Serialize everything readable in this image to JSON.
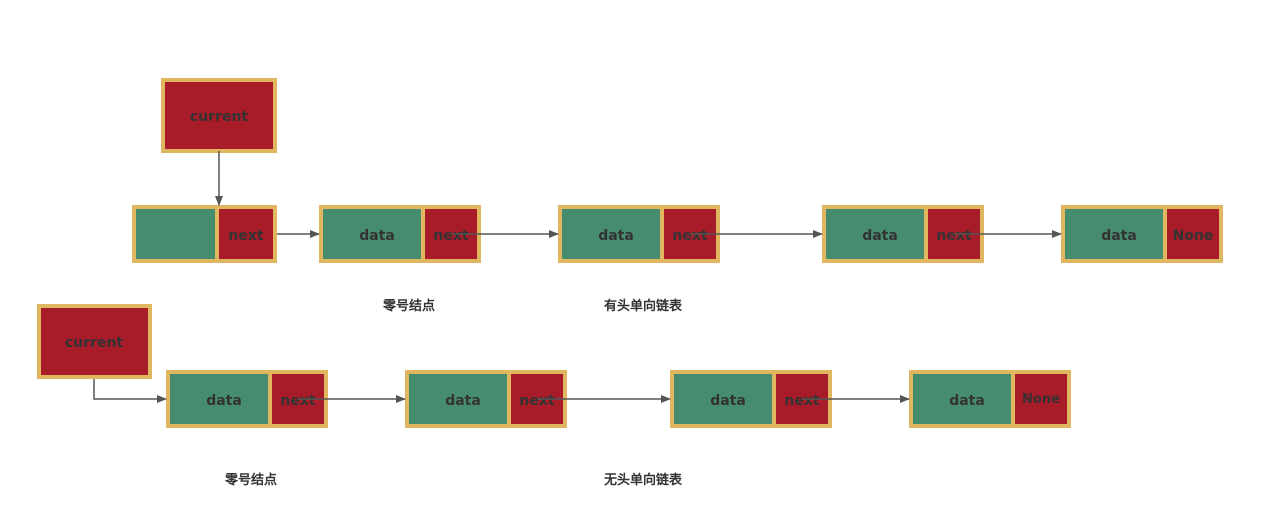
{
  "colors": {
    "pointer_fill": "#a81c2a",
    "data_fill": "#468c6e",
    "border": "#e0b65e",
    "arrow": "#555555",
    "text": "#333333"
  },
  "top": {
    "pointer_label": "current",
    "head_node": {
      "next_label": "next"
    },
    "nodes": [
      {
        "data_label": "data",
        "next_label": "next"
      },
      {
        "data_label": "data",
        "next_label": "next"
      },
      {
        "data_label": "data",
        "next_label": "next"
      },
      {
        "data_label": "data",
        "next_label": "None"
      }
    ],
    "caption_zero": "零号结点",
    "caption_list": "有头单向链表"
  },
  "bottom": {
    "pointer_label": "current",
    "nodes": [
      {
        "data_label": "data",
        "next_label": "next"
      },
      {
        "data_label": "data",
        "next_label": "next"
      },
      {
        "data_label": "data",
        "next_label": "next"
      },
      {
        "data_label": "data",
        "next_label": "None"
      }
    ],
    "caption_zero": "零号结点",
    "caption_list": "无头单向链表"
  }
}
